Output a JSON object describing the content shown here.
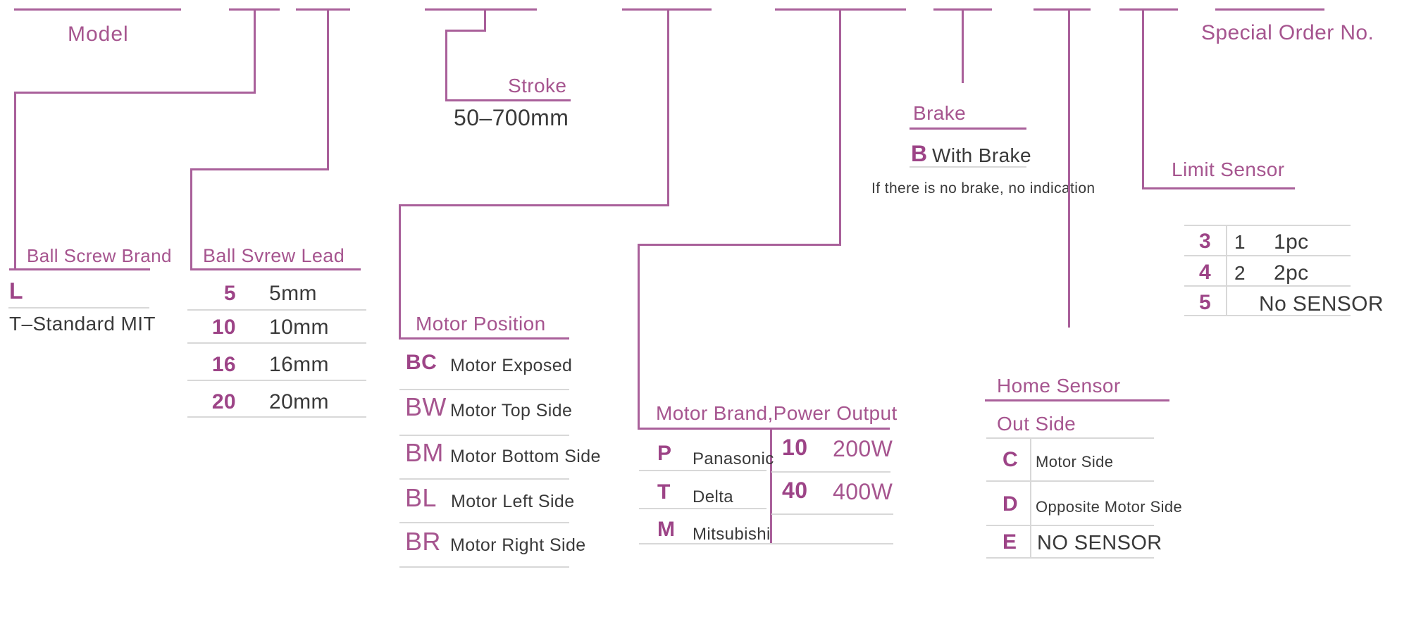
{
  "palette": {
    "magenta_line": "#a9609a",
    "magenta_text": "#a6558f",
    "magenta_bold": "#9d4487",
    "dark_text": "#3a3a3a",
    "light_line": "#d8d8d8",
    "background": "#ffffff"
  },
  "sections": {
    "model": {
      "label": "Model"
    },
    "ball_screw_brand": {
      "title": "Ball Screw Brand",
      "code": "L",
      "desc": "T–Standard MIT"
    },
    "ball_screw_lead": {
      "title": "Ball Svrew Lead",
      "rows": [
        {
          "code": "5",
          "value": "5mm"
        },
        {
          "code": "10",
          "value": "10mm"
        },
        {
          "code": "16",
          "value": "16mm"
        },
        {
          "code": "20",
          "value": "20mm"
        }
      ]
    },
    "stroke": {
      "title": "Stroke",
      "range": "50–700mm"
    },
    "motor_position": {
      "title": "Motor Position",
      "rows": [
        {
          "code": "BC",
          "desc": "Motor Exposed"
        },
        {
          "code": "BW",
          "desc": "Motor Top Side"
        },
        {
          "code": "BM",
          "desc": "Motor Bottom Side"
        },
        {
          "code": "BL",
          "desc": "Motor Left Side"
        },
        {
          "code": "BR",
          "desc": "Motor Right Side"
        }
      ]
    },
    "motor_brand": {
      "title": "Motor Brand,Power Output",
      "brands": [
        {
          "code": "P",
          "name": "Panasonic"
        },
        {
          "code": "T",
          "name": "Delta"
        },
        {
          "code": "M",
          "name": "Mitsubishi"
        }
      ],
      "powers": [
        {
          "code": "10",
          "value": "200W"
        },
        {
          "code": "40",
          "value": "400W"
        }
      ]
    },
    "brake": {
      "title": "Brake",
      "code": "B",
      "desc": "With Brake",
      "note": "If there is no brake, no indication"
    },
    "home_sensor": {
      "title": "Home Sensor",
      "subtitle": "Out Side",
      "rows": [
        {
          "code": "C",
          "desc": "Motor Side"
        },
        {
          "code": "D",
          "desc": "Opposite Motor Side"
        },
        {
          "code": "E",
          "desc": "NO SENSOR"
        }
      ]
    },
    "limit_sensor": {
      "title": "Limit Sensor",
      "rows": [
        {
          "code": "3",
          "qty": "1",
          "desc": "1pc"
        },
        {
          "code": "4",
          "qty": "2",
          "desc": "2pc"
        },
        {
          "code": "5",
          "qty": "",
          "desc": "No SENSOR"
        }
      ]
    },
    "special_order": {
      "label": "Special Order No."
    }
  }
}
